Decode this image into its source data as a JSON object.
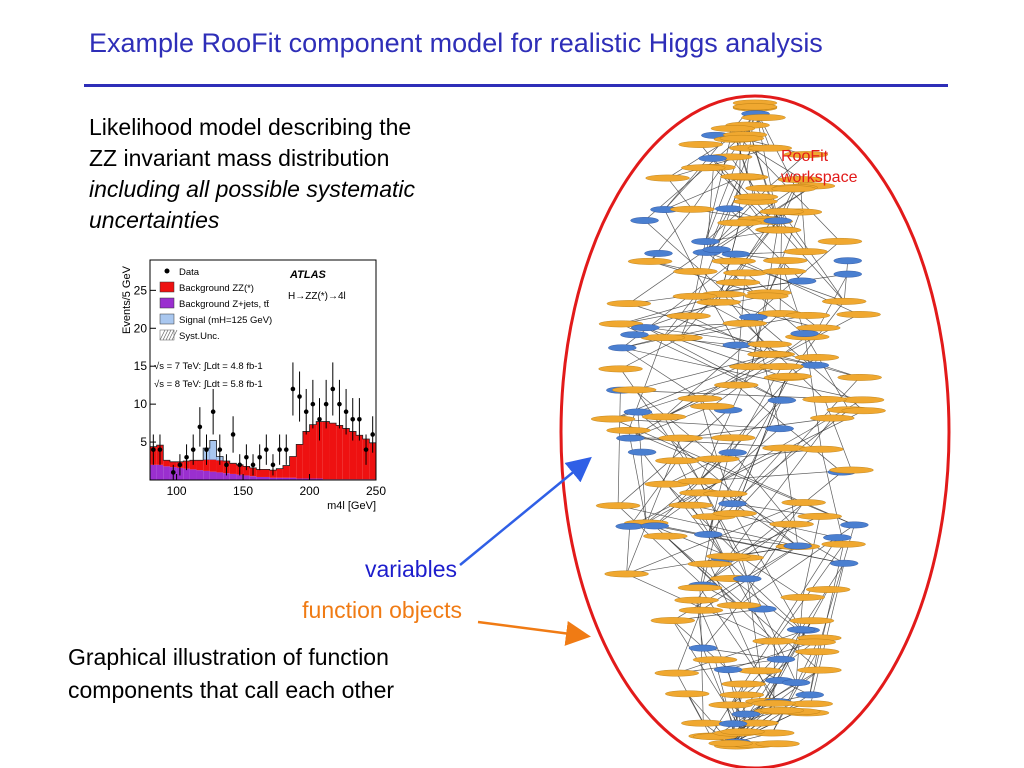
{
  "slide": {
    "title": "Example RooFit component model for realistic Higgs analysis",
    "description_line1": "Likelihood model describing the",
    "description_line2": "ZZ invariant mass distribution",
    "description_italic1": "including all possible systematic",
    "description_italic2": "uncertainties",
    "label_variables": "variables",
    "label_functions": "function objects",
    "caption_line1": "Graphical illustration of function",
    "caption_line2": "components that call each other",
    "workspace_label_line1": "RooFit",
    "workspace_label_line2": "workspace"
  },
  "colors": {
    "title": "#2e2eb8",
    "variables": "#1d1dcc",
    "functions": "#f07b14",
    "ellipse": "#e21a1a",
    "node_variable": "#4a7fd0",
    "node_function": "#f0a830",
    "hist_background": "#ee1111",
    "hist_zjets": "#9a2fcf",
    "hist_signal": "#a9c7ef"
  },
  "chart_data": {
    "type": "bar",
    "ylabel": "Events/5 GeV",
    "xlabel": "m4l [GeV]",
    "xlim": [
      80,
      250
    ],
    "ylim": [
      0,
      29
    ],
    "xticks": [
      100,
      150,
      200,
      250
    ],
    "yticks": [
      5,
      10,
      15,
      20,
      25
    ],
    "atlas_label": "ATLAS",
    "process_label": "H→ZZ(*)→4l",
    "lumi_7tev": "√s = 7 TeV: ∫Ldt = 4.8 fb-1",
    "lumi_8tev": "√s = 8 TeV: ∫Ldt = 5.8 fb-1",
    "legend": [
      {
        "label": "Data",
        "kind": "marker"
      },
      {
        "label": "Background ZZ(*)",
        "kind": "box",
        "color": "#ee1111"
      },
      {
        "label": "Background Z+jets, tt̄",
        "kind": "box",
        "color": "#9a2fcf"
      },
      {
        "label": "Signal (mH=125 GeV)",
        "kind": "box",
        "color": "#a9c7ef"
      },
      {
        "label": "Syst.Unc.",
        "kind": "hatch"
      }
    ],
    "bin_edges_start": 80,
    "bin_width": 5,
    "background_zz": [
      2.4,
      2.6,
      0.8,
      0.7,
      0.8,
      1.0,
      1.2,
      1.3,
      1.5,
      1.6,
      1.6,
      1.6,
      1.4,
      1.3,
      1.2,
      1.1,
      1.0,
      1.0,
      1.0,
      1.2,
      1.6,
      2.8,
      4.5,
      6.2,
      7.1,
      7.5,
      7.6,
      7.4,
      7.1,
      6.7,
      6.3,
      5.8,
      5.3,
      4.8
    ],
    "zjets": [
      2.0,
      2.0,
      1.8,
      1.7,
      1.6,
      1.5,
      1.4,
      1.3,
      1.2,
      1.1,
      1.0,
      0.9,
      0.8,
      0.7,
      0.6,
      0.5,
      0.4,
      0.4,
      0.3,
      0.3,
      0.3,
      0.3,
      0.2,
      0.2,
      0.2,
      0.2,
      0.1,
      0.1,
      0.1,
      0.1,
      0.1,
      0.1,
      0.1,
      0.1
    ],
    "signal": [
      0,
      0,
      0,
      0,
      0,
      0,
      0,
      0,
      1.5,
      2.5,
      0.5,
      0,
      0,
      0,
      0,
      0,
      0,
      0,
      0,
      0,
      0,
      0,
      0,
      0,
      0,
      0,
      0,
      0,
      0,
      0,
      0,
      0,
      0,
      0
    ],
    "data": [
      {
        "x": 82.5,
        "y": 4,
        "err": 2
      },
      {
        "x": 87.5,
        "y": 4,
        "err": 2
      },
      {
        "x": 97.5,
        "y": 1,
        "err": 1
      },
      {
        "x": 102.5,
        "y": 2,
        "err": 1.4
      },
      {
        "x": 107.5,
        "y": 3,
        "err": 1.7
      },
      {
        "x": 112.5,
        "y": 4,
        "err": 2
      },
      {
        "x": 117.5,
        "y": 7,
        "err": 2.6
      },
      {
        "x": 122.5,
        "y": 4,
        "err": 2
      },
      {
        "x": 127.5,
        "y": 9,
        "err": 3
      },
      {
        "x": 132.5,
        "y": 4,
        "err": 2
      },
      {
        "x": 137.5,
        "y": 2,
        "err": 1.4
      },
      {
        "x": 142.5,
        "y": 6,
        "err": 2.4
      },
      {
        "x": 147.5,
        "y": 2,
        "err": 1.4
      },
      {
        "x": 152.5,
        "y": 3,
        "err": 1.7
      },
      {
        "x": 157.5,
        "y": 2,
        "err": 1.4
      },
      {
        "x": 162.5,
        "y": 3,
        "err": 1.7
      },
      {
        "x": 167.5,
        "y": 4,
        "err": 2
      },
      {
        "x": 172.5,
        "y": 2,
        "err": 1.4
      },
      {
        "x": 177.5,
        "y": 4,
        "err": 2
      },
      {
        "x": 182.5,
        "y": 4,
        "err": 2
      },
      {
        "x": 187.5,
        "y": 12,
        "err": 3.5
      },
      {
        "x": 192.5,
        "y": 11,
        "err": 3.3
      },
      {
        "x": 197.5,
        "y": 9,
        "err": 3
      },
      {
        "x": 202.5,
        "y": 10,
        "err": 3.2
      },
      {
        "x": 207.5,
        "y": 8,
        "err": 2.8
      },
      {
        "x": 212.5,
        "y": 10,
        "err": 3.2
      },
      {
        "x": 217.5,
        "y": 12,
        "err": 3.5
      },
      {
        "x": 222.5,
        "y": 10,
        "err": 3.2
      },
      {
        "x": 227.5,
        "y": 9,
        "err": 3
      },
      {
        "x": 232.5,
        "y": 8,
        "err": 2.8
      },
      {
        "x": 237.5,
        "y": 8,
        "err": 2.8
      },
      {
        "x": 242.5,
        "y": 4,
        "err": 2
      },
      {
        "x": 247.5,
        "y": 6,
        "err": 2.4
      }
    ]
  }
}
